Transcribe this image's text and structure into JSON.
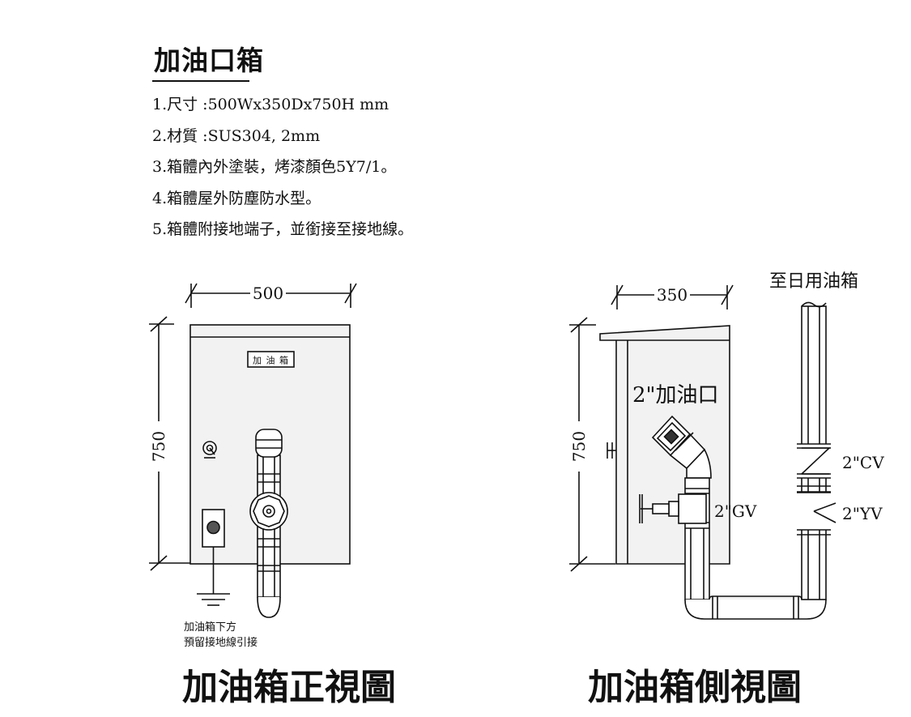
{
  "title": "加油口箱",
  "specs": [
    "1.尺寸 :500Wx350Dx750H mm",
    "2.材質 :SUS304, 2mm",
    "3.箱體內外塗裝，烤漆顏色5Y7/1。",
    "4.箱體屋外防塵防水型。",
    "5.箱體附接地端子，並銜接至接地線。"
  ],
  "front_view": {
    "caption": "加油箱正視圖",
    "dim_width": "500",
    "dim_height": "750",
    "nameplate": "加 油 箱",
    "ground_note_line1": "加油箱下方",
    "ground_note_line2": "預留接地線引接"
  },
  "side_view": {
    "caption": "加油箱側視圖",
    "dim_depth": "350",
    "dim_height": "750",
    "to_tank": "至日用油箱",
    "inlet_label": "2\"加油口",
    "gv_label": "2\"GV",
    "cv_label": "2\"CV",
    "yv_label": "2\"YV"
  },
  "colors": {
    "line": "#111111",
    "box_fill": "#f2f2f2",
    "background": "#ffffff"
  }
}
